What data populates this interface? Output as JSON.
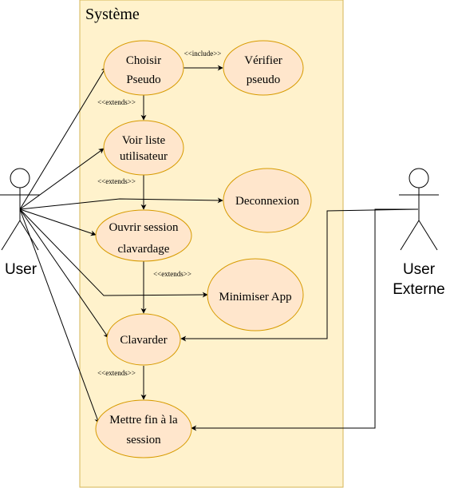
{
  "system": {
    "title": "Système"
  },
  "actors": {
    "user": {
      "label": "User"
    },
    "external": {
      "line1": "User",
      "line2": "Externe"
    }
  },
  "use_cases": {
    "choisir": {
      "line1": "Choisir",
      "line2": "Pseudo"
    },
    "verifier": {
      "line1": "Vérifier",
      "line2": "pseudo"
    },
    "voir": {
      "line1": "Voir liste",
      "line2": "utilisateur"
    },
    "deconnexion": {
      "line1": "Deconnexion"
    },
    "ouvrir": {
      "line1": "Ouvrir session",
      "line2": "clavardage"
    },
    "minimiser": {
      "line1": "Minimiser App"
    },
    "clavarder": {
      "line1": "Clavarder"
    },
    "mettre_fin": {
      "line1": "Mettre fin à la",
      "line2": "session"
    }
  },
  "relations": {
    "include": "<<include>>",
    "extends_1": "<<extends>>",
    "extends_2": "<<extends>>",
    "extends_3": "<<extends>>",
    "extends_4": "<<extends>>"
  },
  "colors": {
    "system_fill": "#fff2cc",
    "system_stroke": "#d6b656",
    "usecase_fill": "#ffe6cc",
    "usecase_stroke": "#d79b00",
    "line": "#000000"
  }
}
